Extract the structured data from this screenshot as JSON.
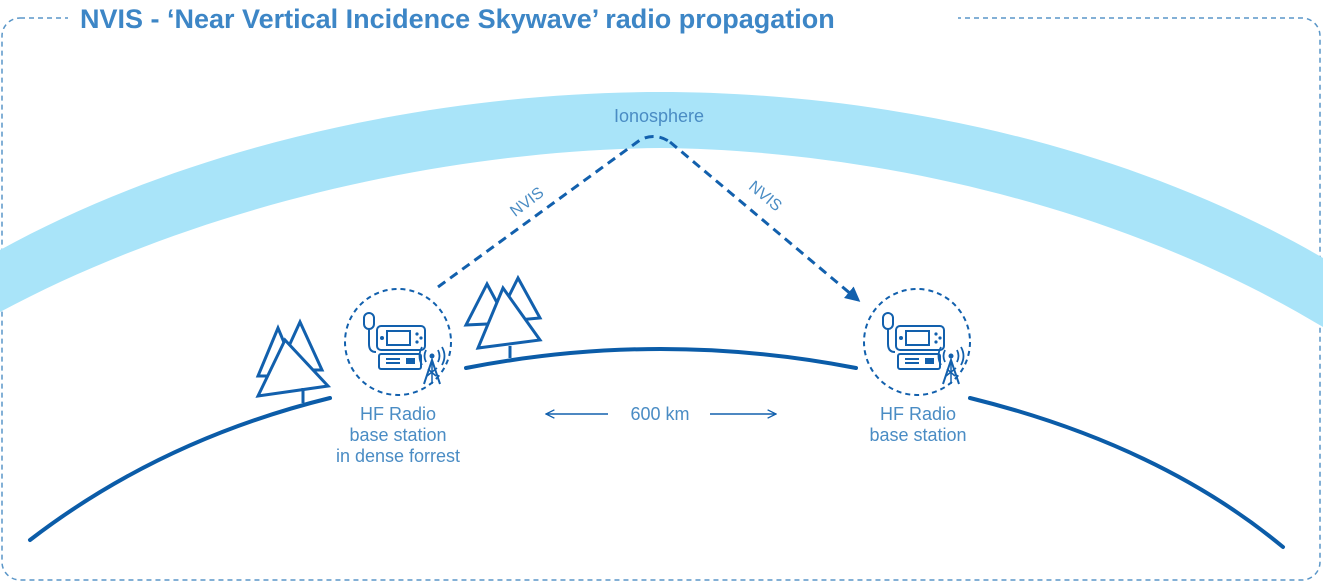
{
  "title": "NVIS - ‘Near Vertical Incidence Skywave’ radio propagation",
  "ionosphere_label": "Ionosphere",
  "nvis_up_label": "NVIS",
  "nvis_down_label": "NVIS",
  "distance_label": "600 km",
  "station_left": {
    "line1": "HF Radio",
    "line2": "base station",
    "line3": "in dense forrest"
  },
  "station_right": {
    "line1": "HF Radio",
    "line2": "base station"
  },
  "colors": {
    "ionosphere": "#a9e4f9",
    "earth": "#0b5ca8",
    "path": "#1260ad",
    "text": "#4a8cc4",
    "frame": "#5a96c8"
  },
  "icons": [
    "tree-icon",
    "radio-icon",
    "antenna-mast-icon",
    "microphone-icon"
  ]
}
